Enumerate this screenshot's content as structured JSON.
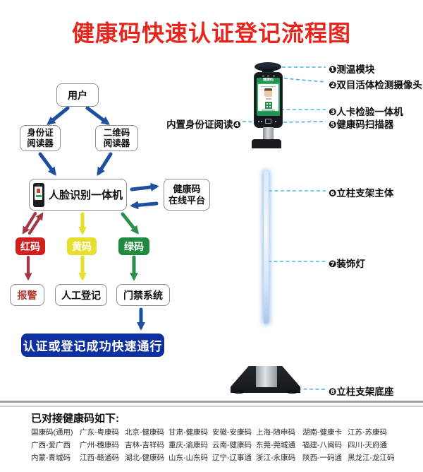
{
  "title": "健康码快速认证登记流程图",
  "colors": {
    "title_red": "#e8251d",
    "arrow_blue": "#1d4f9e",
    "red_code": "#cf1f1f",
    "yellow_code": "#e6df2e",
    "green_code": "#1f8a40",
    "dark_red_arrow": "#a33844",
    "banner_blue": "#10309f",
    "leader_dash": "#49b6d2",
    "alarm_text": "#b03a30"
  },
  "flowchart": {
    "user": "用户",
    "id_reader": [
      "身份证",
      "阅读器"
    ],
    "qr_reader": [
      "二维码",
      "阅读器"
    ],
    "face_machine": "人脸识别一体机",
    "platform": [
      "健康码",
      "在线平台"
    ],
    "red_code": "红码",
    "yellow_code": "黄码",
    "green_code": "绿码",
    "alarm": "报警",
    "manual_reg": "人工登记",
    "access_control": "门禁系统",
    "banner": "认证或登记成功快速通行"
  },
  "device": {
    "screen_header": "健康码",
    "callouts": [
      "❶测温模块",
      "❷双目活体检测摄像头",
      "❸人卡检验一体机",
      "内置身份证阅读❹",
      "❺健康码扫描器",
      "❻立柱支架主体",
      "❼装饰灯",
      "❽立柱支架底座"
    ]
  },
  "footer": {
    "heading": "已对接健康码如下:",
    "codes": [
      [
        "国康码(通用)",
        "广东-粤康码",
        "北京-健康码",
        "甘肃-健康码",
        "安徽-安康码",
        "上海-随申码",
        "湖南-健康卡",
        "江苏-苏康码"
      ],
      [
        "广西-爱广西",
        "广州-穗康码",
        "吉林-吉祥码",
        "重庆-渝康码",
        "云南-健康码",
        "东莞-莞城通",
        "福建-八闽码",
        "四川-天府通"
      ],
      [
        "内蒙-青城码",
        "江西-赣通码",
        "湖北-健康码",
        "山东-山东码",
        "辽宁-辽事通",
        "浙江-永康码",
        "陕西-一码通",
        "黑龙江-龙江码"
      ]
    ]
  }
}
